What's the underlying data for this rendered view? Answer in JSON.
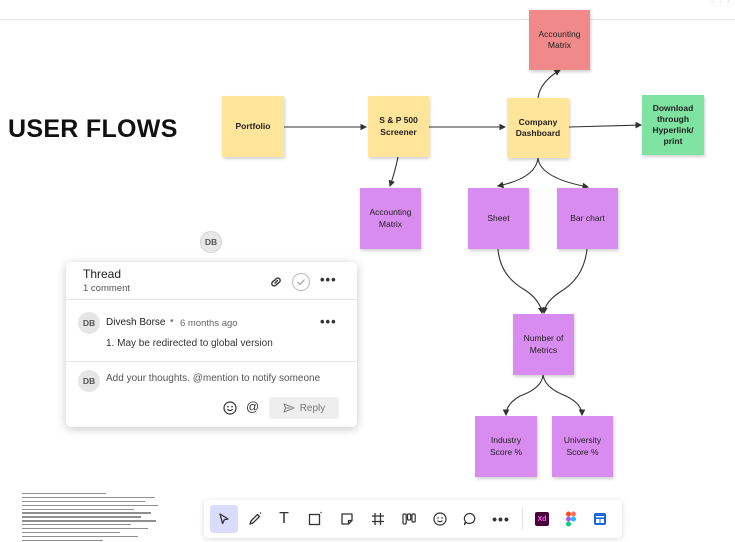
{
  "board": {
    "heading": "USER FLOWS",
    "stickies": {
      "portfolio": "Portfolio",
      "screener": "S & P 500 Screener",
      "dashboard": "Company Dashboard",
      "download": "Download through Hyperlink/ print",
      "acct_top": "Accounting Matrix",
      "acct_left": "Accounting Matrix",
      "sheet": "Sheet",
      "barchart": "Bar chart",
      "metrics": "Number of Metrics",
      "industry": "Industry Score %",
      "university": "University Score %"
    },
    "colors": {
      "yellow": "#ffe599",
      "purple": "#d98cf0",
      "red": "#f08a8a",
      "green": "#7ee2a0"
    }
  },
  "floating_avatar": "DB",
  "thread": {
    "title": "Thread",
    "count": "1 comment",
    "comment": {
      "avatar": "DB",
      "author": "Divesh Borse",
      "separator": "•",
      "time": "6 months ago",
      "text": "1. May be redirected to global version"
    },
    "reply": {
      "avatar": "DB",
      "placeholder": "Add your thoughts. @mention to notify someone",
      "at_symbol": "@",
      "button": "Reply"
    }
  },
  "toolbar": {
    "tools": [
      "select-icon",
      "pen-icon",
      "text-icon",
      "shape-icon",
      "sticky-note-icon",
      "frame-icon",
      "template-icon",
      "sticker-icon",
      "comment-icon",
      "more-icon"
    ],
    "text_tool": "T",
    "integrations": {
      "xd": "Xd"
    }
  },
  "icons": {
    "link": "link-icon",
    "resolve": "check-circle-icon",
    "more": "more-icon",
    "emoji": "emoji-icon",
    "send": "send-icon"
  }
}
